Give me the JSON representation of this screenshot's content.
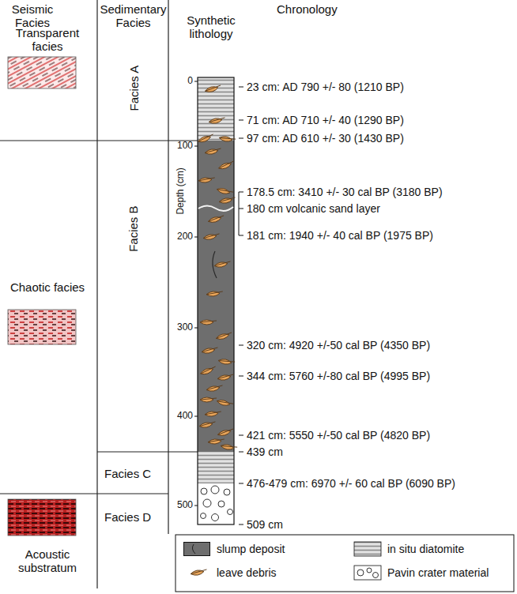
{
  "diagram": {
    "labels": [
      "Seismic Facies",
      "Sedimentary Facies",
      "Synthetic lithology",
      "Chronology",
      "Transparent facies",
      "Facies A",
      "Chaotic facies",
      "Facies B",
      "Facies C",
      "Facies D",
      "Acoustic substratum",
      "Depth (cm)",
      "0",
      "100",
      "200",
      "300",
      "400",
      "500",
      "23 cm: AD 790 +/- 80 (1210 BP)",
      "71 cm: AD 710 +/- 40 (1290 BP)",
      "97 cm: AD 610 +/- 30 (1430 BP)",
      "178.5 cm: 3410 +/- 30 cal BP (3180 BP)",
      "180 cm volcanic sand layer",
      "181 cm: 1940 +/- 40 cal BP (1975 BP)",
      "320 cm: 4920 +/-50 cal BP (4350 BP)",
      "344 cm: 5760 +/-80 cal BP (4995 BP)",
      "421 cm: 5550 +/-50 cal BP (4820 BP)",
      "439 cm",
      "476-479 cm: 6970 +/- 60 cal BP (6090 BP)",
      "509 cm"
    ],
    "legend": [
      {
        "text": "slump deposit",
        "color": "#6e6e6e"
      },
      {
        "text": "in situ diatomite"
      },
      {
        "text": "leave debris"
      },
      {
        "text": "Pavin crater material"
      }
    ]
  }
}
